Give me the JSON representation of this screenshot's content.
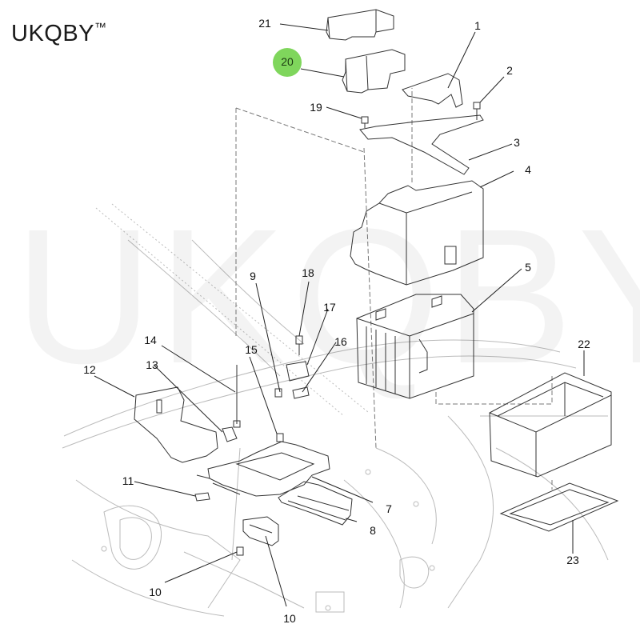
{
  "brand": {
    "name": "UKQBY",
    "tm": "™"
  },
  "watermark": {
    "text": "UKQBY",
    "tm": "™"
  },
  "highlight": {
    "number": "20",
    "color": "#7fd65c"
  },
  "callouts": [
    "1",
    "2",
    "3",
    "4",
    "5",
    "7",
    "8",
    "9",
    "10",
    "10",
    "11",
    "12",
    "13",
    "14",
    "15",
    "16",
    "17",
    "18",
    "19",
    "21",
    "22",
    "23"
  ]
}
